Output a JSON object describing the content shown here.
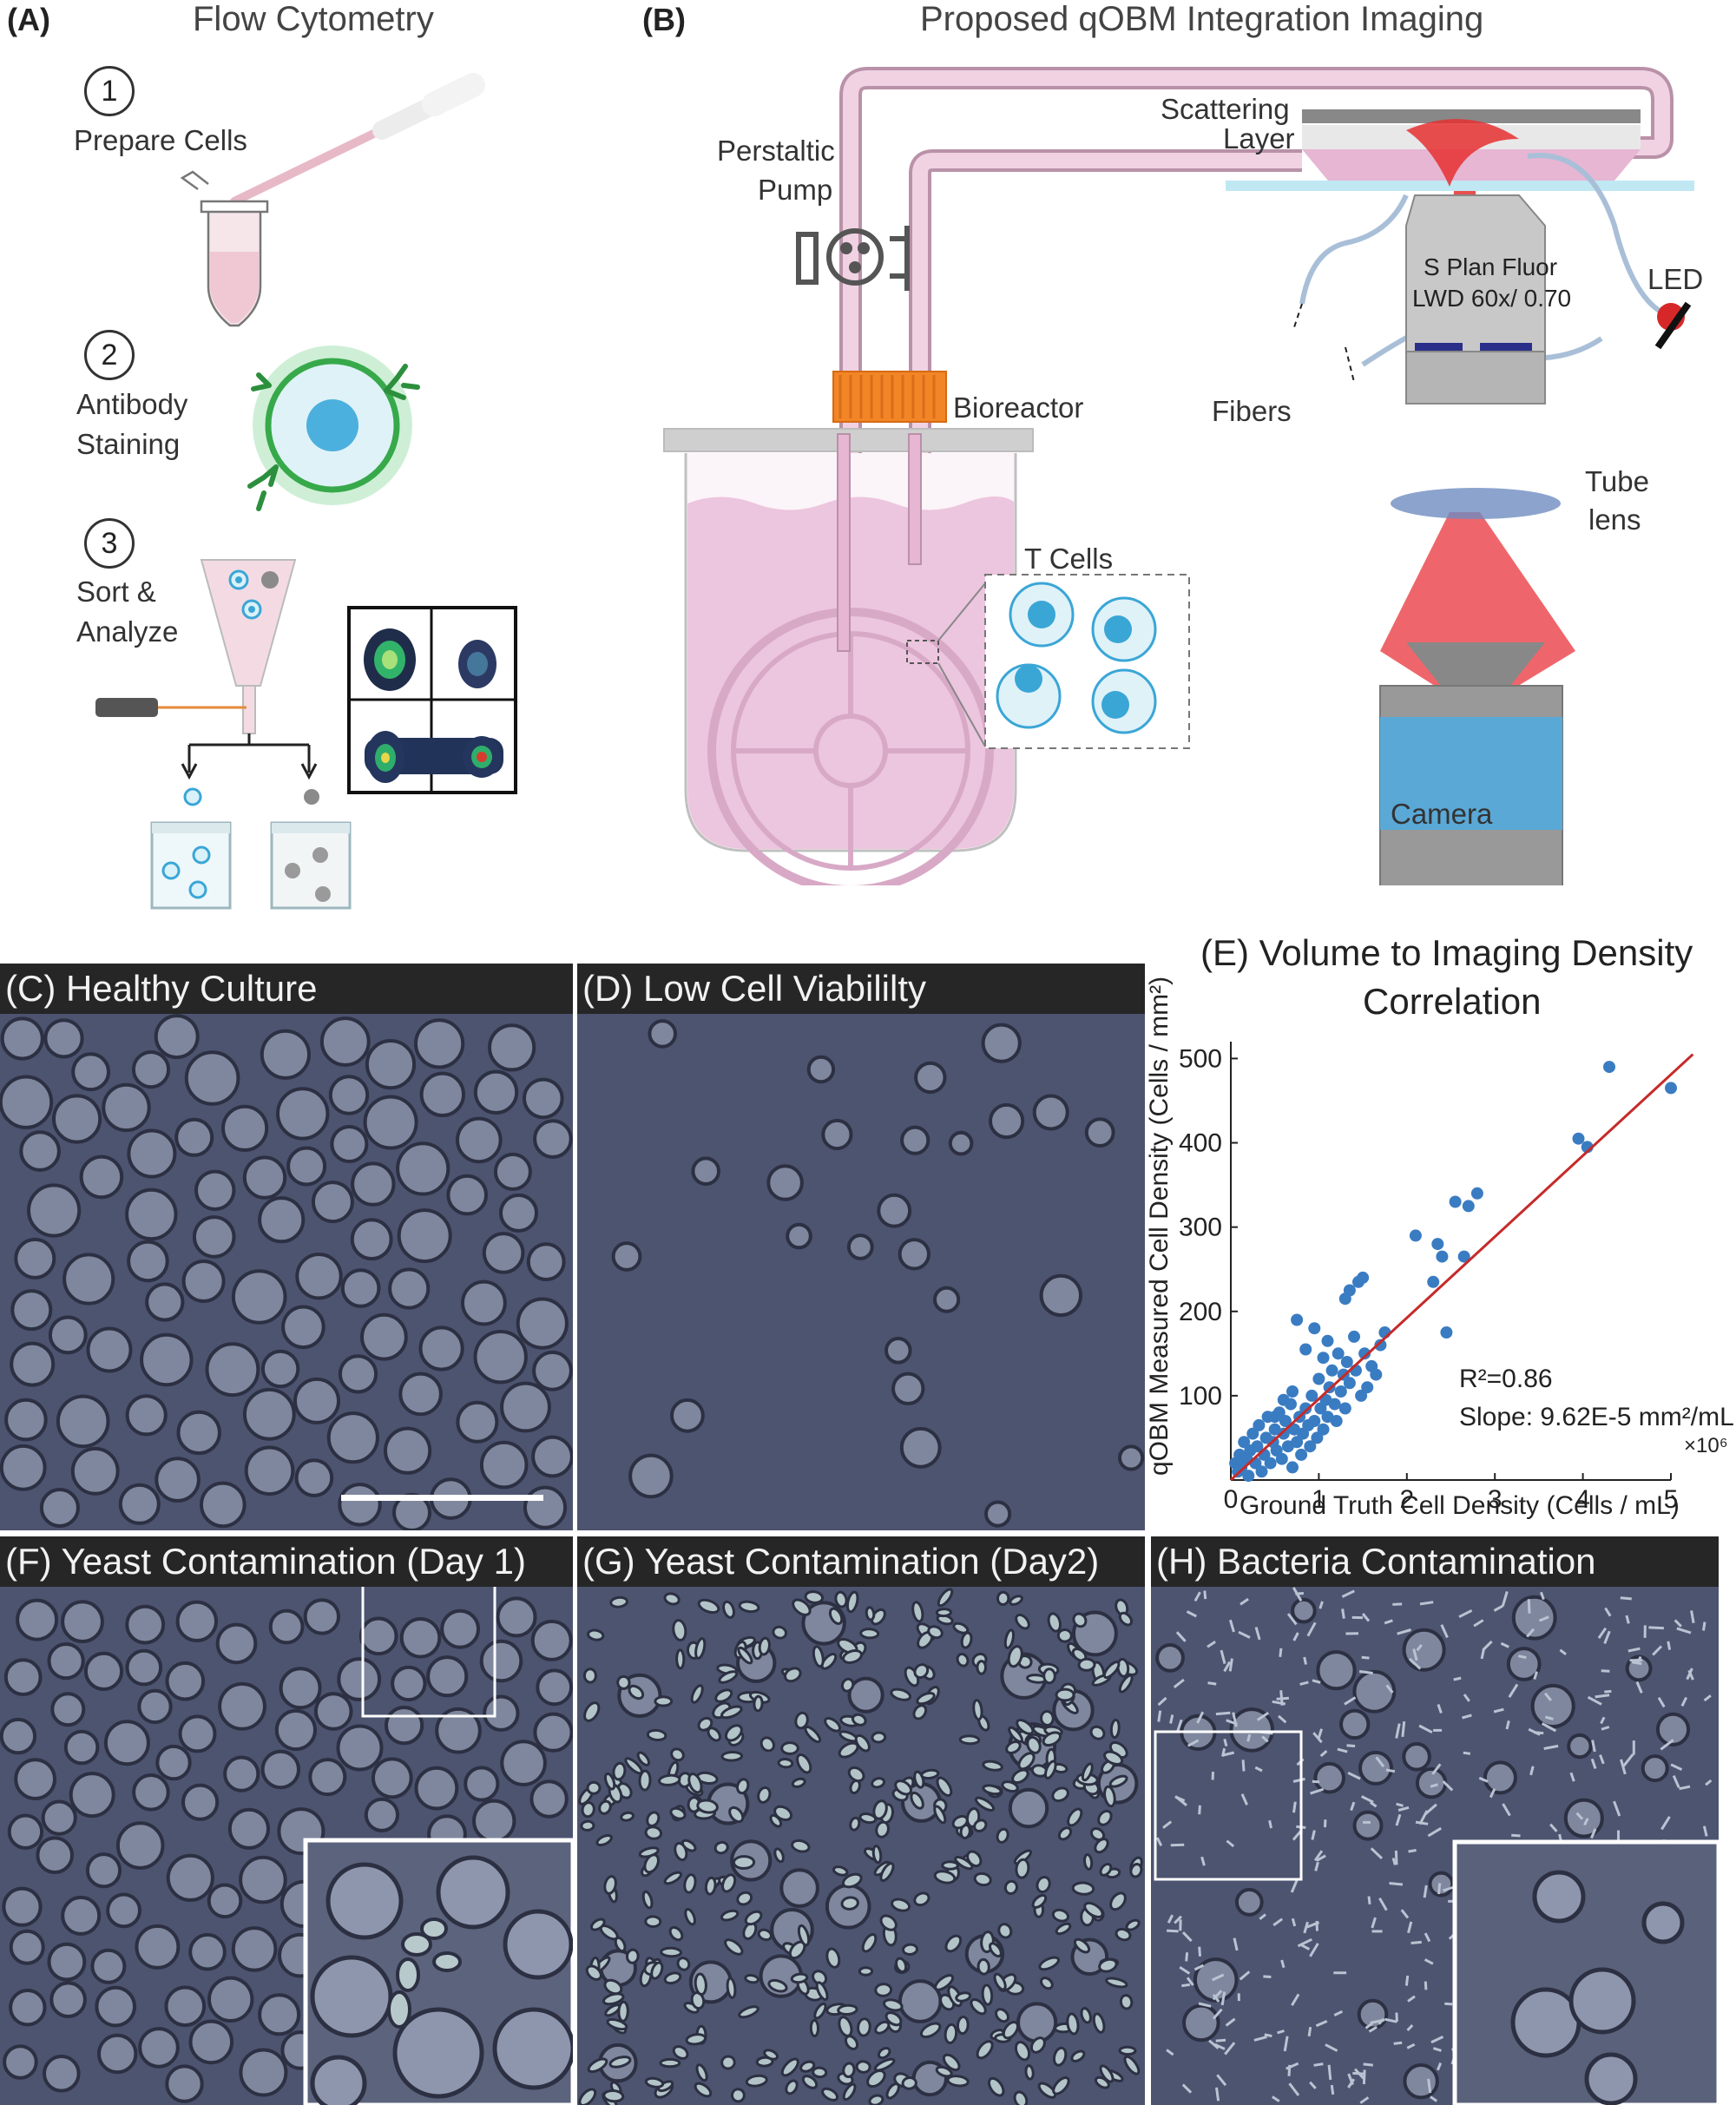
{
  "panel_a": {
    "letter": "(A)",
    "title": "Flow Cytometry",
    "steps": [
      {
        "num": "1",
        "label": "Prepare Cells"
      },
      {
        "num": "2",
        "label_line1": "Antibody",
        "label_line2": "Staining"
      },
      {
        "num": "3",
        "label_line1": "Sort &",
        "label_line2": "Analyze"
      }
    ]
  },
  "panel_b": {
    "letter": "(B)",
    "title": "Proposed qOBM Integration Imaging",
    "labels": {
      "pump_line1": "Perstaltic",
      "pump_line2": "Pump",
      "bioreactor": "Bioreactor",
      "tcells": "T Cells",
      "scatter_line1": "Scattering",
      "scatter_line2": "Layer",
      "objective_line1": "S Plan Fluor",
      "objective_line2": "LWD 60x/ 0.70",
      "led": "LED",
      "fibers": "Fibers",
      "tube_line1": "Tube",
      "tube_line2": "lens",
      "camera": "Camera"
    }
  },
  "micrographs": {
    "c": "(C) Healthy Culture",
    "d": "(D) Low Cell Viabililty",
    "f": "(F) Yeast Contamination (Day 1)",
    "g": "(G) Yeast Contamination (Day2)",
    "h": "(H) Bacteria Contamination"
  },
  "chart_data": {
    "type": "scatter",
    "title_line1": "(E) Volume to Imaging Density",
    "title_line2": "Correlation",
    "xlabel": "Ground Truth Cell Density (Cells / mL)",
    "ylabel": "qOBM Measured Cell Density (Cells / mm²)",
    "x_multiplier": "×10⁶",
    "xlim": [
      0,
      5
    ],
    "ylim": [
      0,
      520
    ],
    "xticks": [
      "0",
      "1",
      "2",
      "3",
      "4",
      "5"
    ],
    "yticks": [
      "100",
      "200",
      "300",
      "400",
      "500"
    ],
    "annotation_r2": "R²=0.86",
    "annotation_slope": "Slope: 9.62E-5 mm²/mL",
    "point_color": "#3a7cc2",
    "fit_color": "#c62a2a",
    "fit_line": {
      "x": [
        0,
        5.25
      ],
      "y": [
        0,
        505
      ]
    },
    "points": [
      [
        0.05,
        20
      ],
      [
        0.08,
        10
      ],
      [
        0.1,
        30
      ],
      [
        0.12,
        15
      ],
      [
        0.15,
        45
      ],
      [
        0.18,
        25
      ],
      [
        0.2,
        5
      ],
      [
        0.22,
        35
      ],
      [
        0.25,
        55
      ],
      [
        0.28,
        20
      ],
      [
        0.3,
        40
      ],
      [
        0.32,
        65
      ],
      [
        0.35,
        10
      ],
      [
        0.38,
        30
      ],
      [
        0.4,
        50
      ],
      [
        0.42,
        75
      ],
      [
        0.45,
        20
      ],
      [
        0.48,
        45
      ],
      [
        0.5,
        60
      ],
      [
        0.52,
        35
      ],
      [
        0.55,
        80
      ],
      [
        0.58,
        25
      ],
      [
        0.6,
        55
      ],
      [
        0.62,
        70
      ],
      [
        0.65,
        40
      ],
      [
        0.68,
        90
      ],
      [
        0.7,
        15
      ],
      [
        0.72,
        60
      ],
      [
        0.75,
        45
      ],
      [
        0.78,
        75
      ],
      [
        0.8,
        30
      ],
      [
        0.82,
        55
      ],
      [
        0.85,
        85
      ],
      [
        0.88,
        65
      ],
      [
        0.9,
        40
      ],
      [
        0.92,
        100
      ],
      [
        0.95,
        70
      ],
      [
        0.98,
        50
      ],
      [
        1.0,
        120
      ],
      [
        1.02,
        85
      ],
      [
        1.05,
        60
      ],
      [
        1.08,
        95
      ],
      [
        1.1,
        75
      ],
      [
        1.12,
        110
      ],
      [
        1.15,
        130
      ],
      [
        1.18,
        90
      ],
      [
        1.2,
        70
      ],
      [
        1.22,
        150
      ],
      [
        1.25,
        105
      ],
      [
        1.28,
        125
      ],
      [
        1.3,
        85
      ],
      [
        1.32,
        140
      ],
      [
        1.35,
        115
      ],
      [
        1.4,
        170
      ],
      [
        1.42,
        130
      ],
      [
        1.45,
        235
      ],
      [
        1.48,
        100
      ],
      [
        1.5,
        240
      ],
      [
        1.52,
        150
      ],
      [
        1.55,
        110
      ],
      [
        1.6,
        135
      ],
      [
        1.65,
        125
      ],
      [
        1.7,
        160
      ],
      [
        1.75,
        175
      ],
      [
        0.5,
        75
      ],
      [
        0.6,
        95
      ],
      [
        0.7,
        105
      ],
      [
        0.75,
        190
      ],
      [
        0.85,
        155
      ],
      [
        0.95,
        180
      ],
      [
        1.05,
        145
      ],
      [
        1.1,
        165
      ],
      [
        1.3,
        215
      ],
      [
        1.35,
        225
      ],
      [
        2.1,
        290
      ],
      [
        2.3,
        235
      ],
      [
        2.4,
        265
      ],
      [
        2.45,
        175
      ],
      [
        2.55,
        330
      ],
      [
        2.65,
        265
      ],
      [
        2.7,
        325
      ],
      [
        2.8,
        340
      ],
      [
        2.35,
        280
      ],
      [
        3.95,
        405
      ],
      [
        4.05,
        395
      ],
      [
        4.3,
        490
      ],
      [
        5.0,
        465
      ]
    ]
  }
}
